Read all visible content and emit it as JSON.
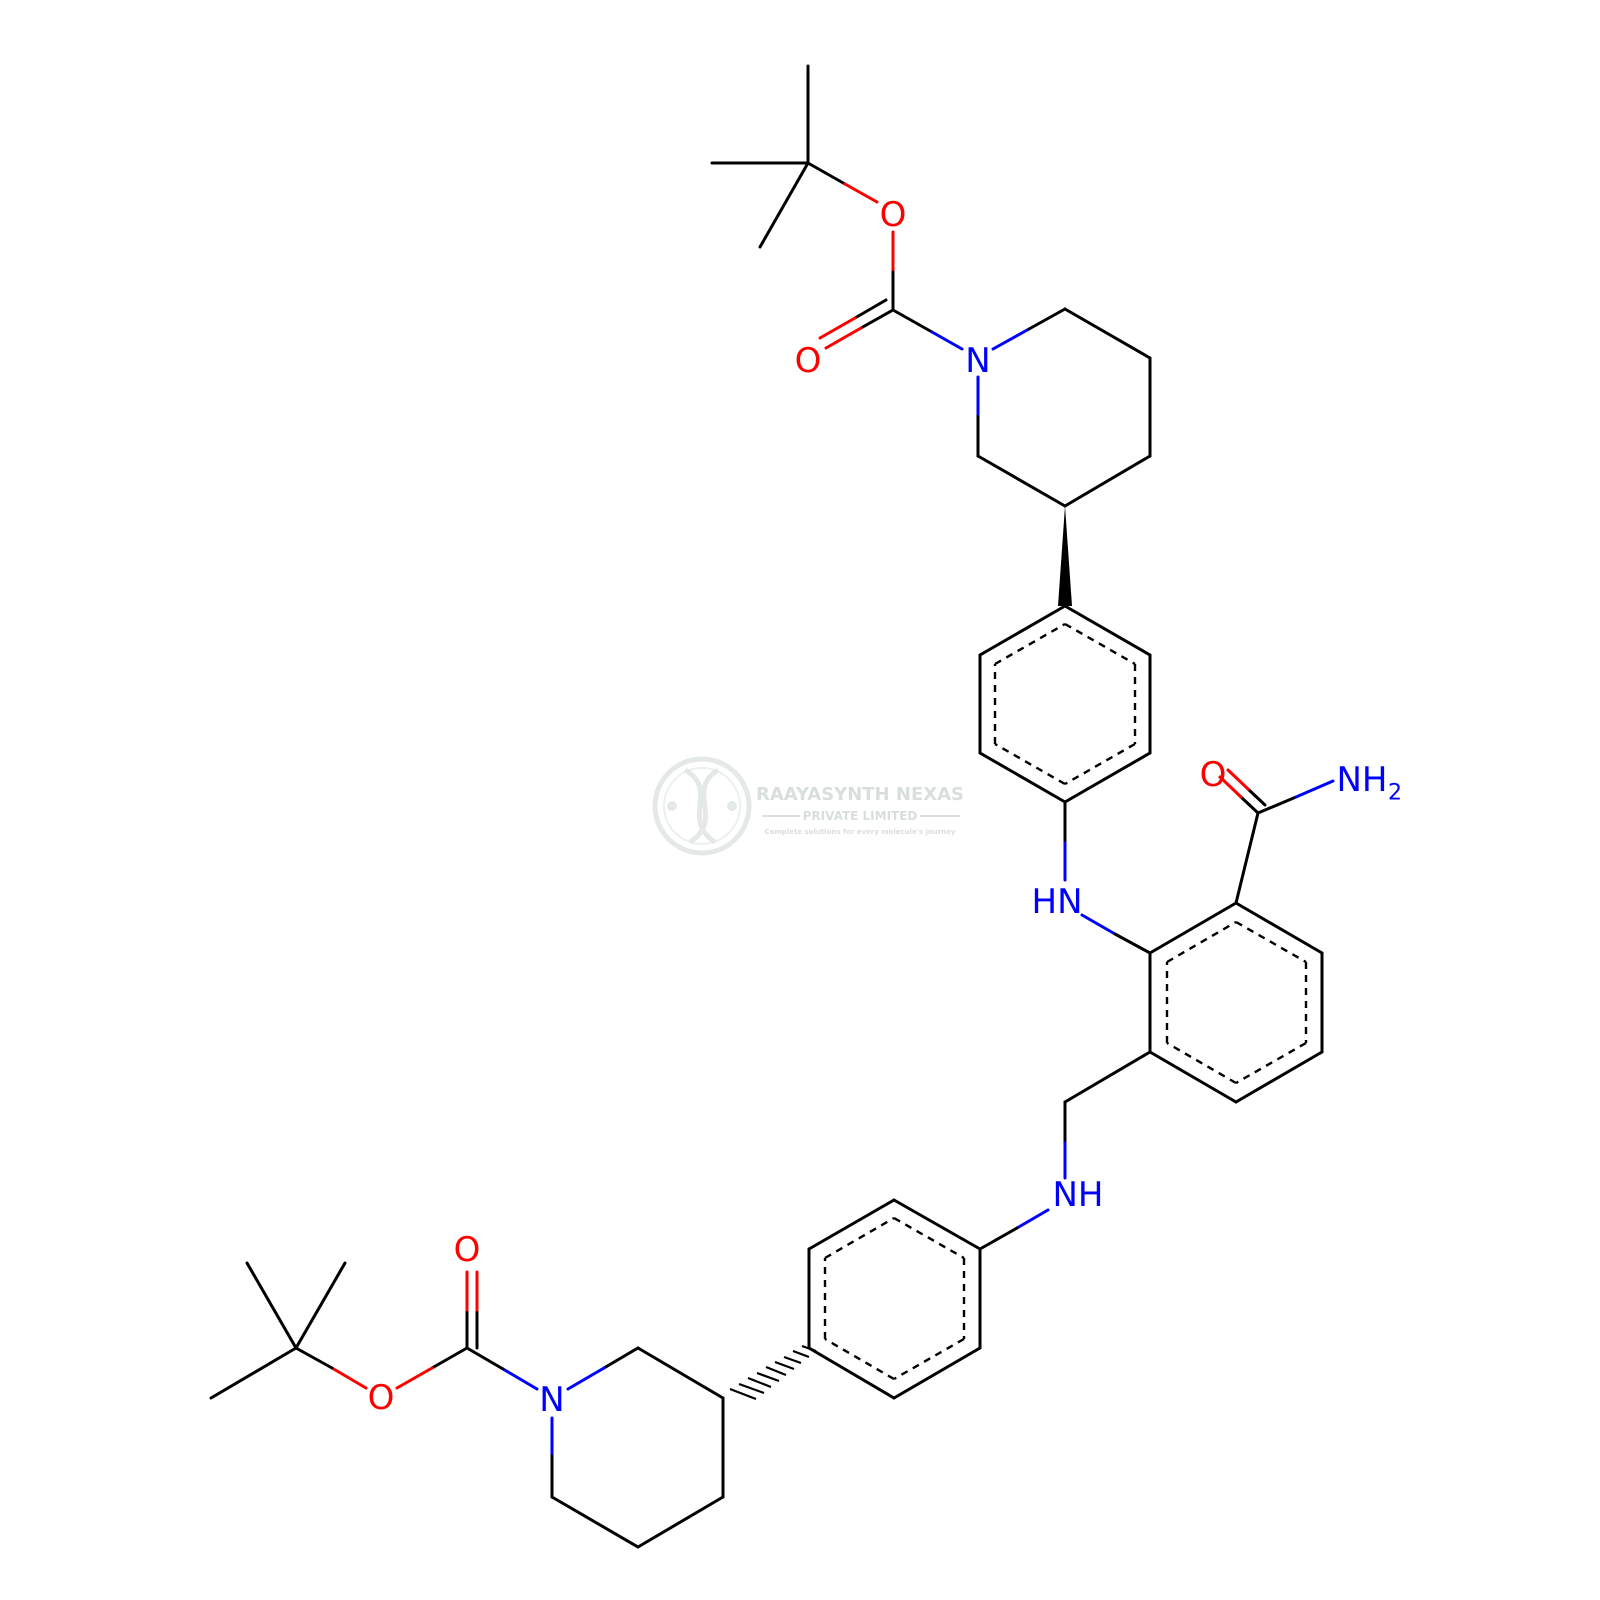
{
  "atoms": {
    "o_top_ether": "O",
    "o_top_carbonyl": "O",
    "n_top_pip": "N",
    "nh_upper": "HN",
    "o_amide": "O",
    "nh2_amide": "NH",
    "nh2_sub": "2",
    "nh_lower": "NH",
    "o_bot_carbonyl": "O",
    "o_bot_ether": "O",
    "n_bot_pip": "N"
  },
  "watermark": {
    "name": "RAAYASYNTH NEXAS",
    "subtitle": "PRIVATE LIMITED",
    "tagline": "Complete solutions for every molecule's journey"
  },
  "colors": {
    "carbon": "#000000",
    "nitrogen": "#0000ff",
    "oxygen": "#ff0000",
    "watermark": "#cfd8d3"
  }
}
